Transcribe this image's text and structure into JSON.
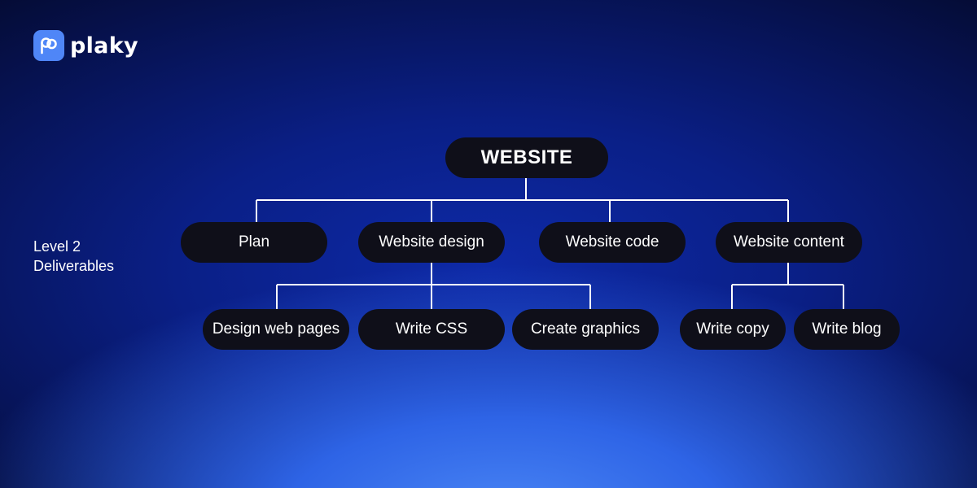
{
  "brand": {
    "name": "plaky",
    "icon": "plaky-logo-icon",
    "accent": "#4f86f7"
  },
  "side_label": {
    "line1": "Level 2",
    "line2": "Deliverables"
  },
  "tree": {
    "root": "WEBSITE",
    "level2": [
      "Plan",
      "Website design",
      "Website code",
      "Website content"
    ],
    "level3": {
      "website_design": [
        "Design web pages",
        "Write CSS",
        "Create graphics"
      ],
      "website_content": [
        "Write copy",
        "Write blog"
      ]
    }
  },
  "colors": {
    "node_fill": "#0f0f19",
    "node_text": "#ffffff",
    "connector": "#ffffff"
  }
}
